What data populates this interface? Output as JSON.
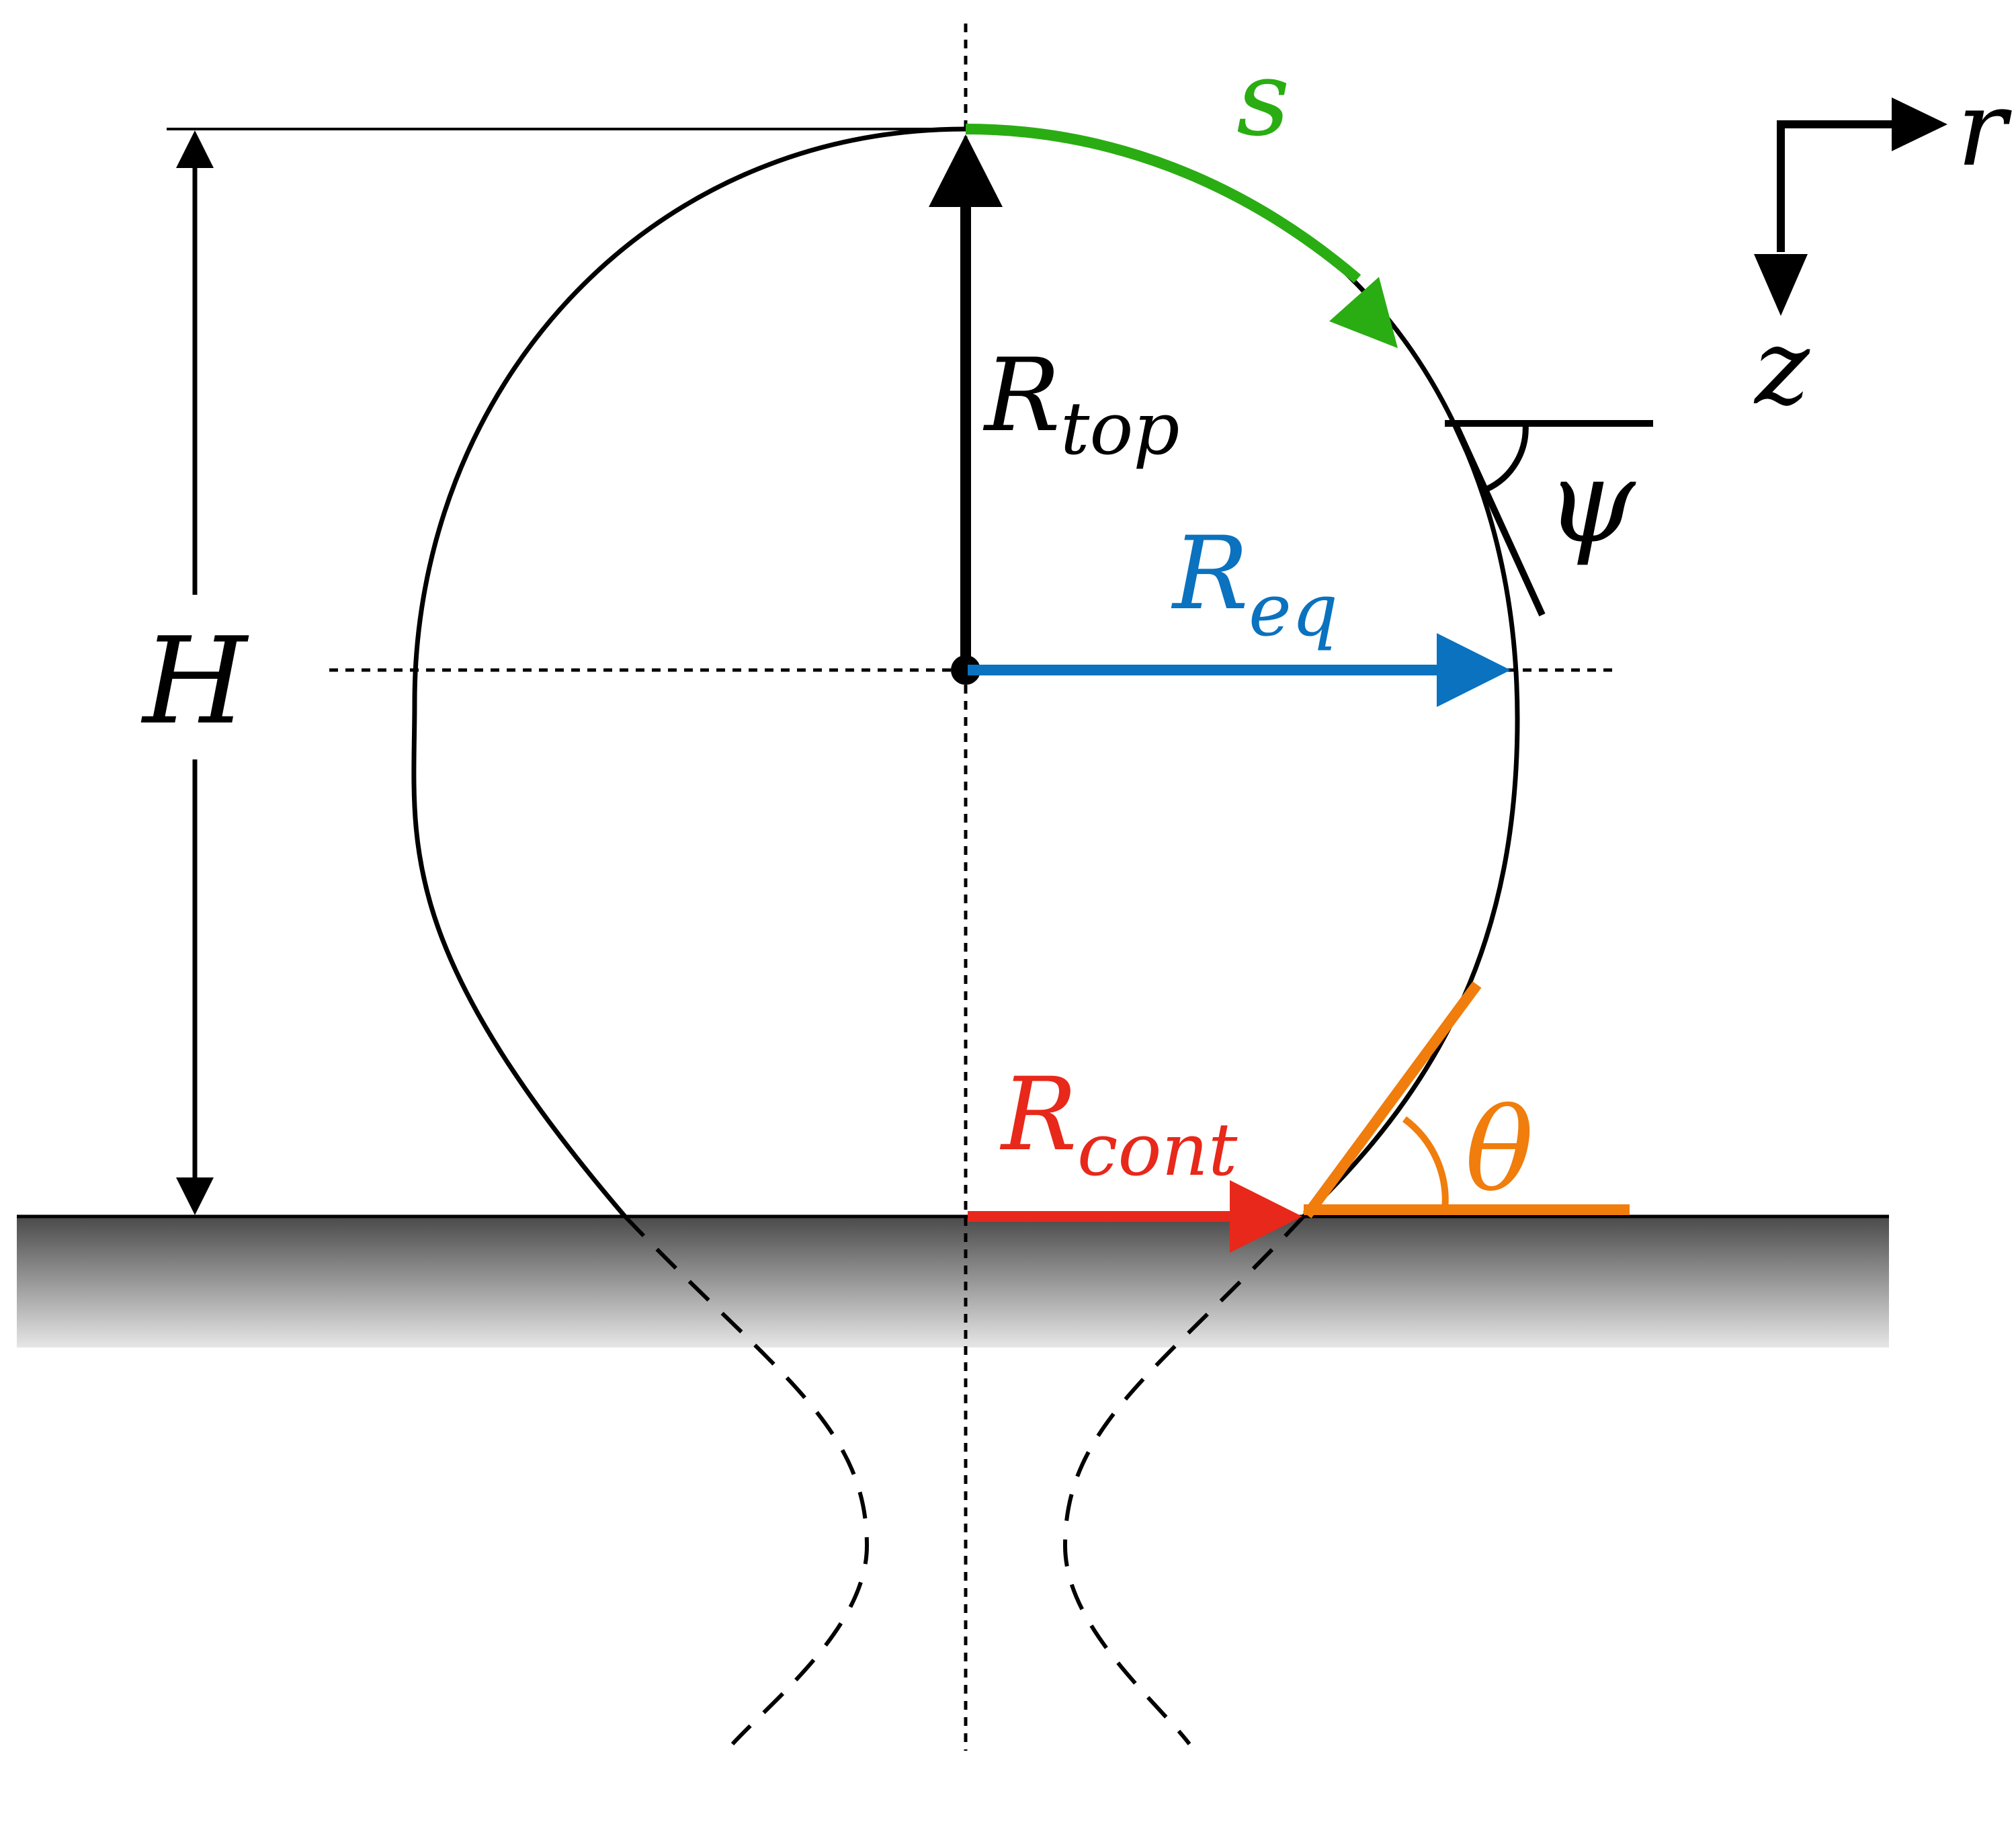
{
  "labels": {
    "s": "s",
    "r": "r",
    "z": "z",
    "R_top_main": "R",
    "R_top_sub": "top",
    "psi": "ψ",
    "R_eq_main": "R",
    "R_eq_sub": "eq",
    "H": "H",
    "R_cont_main": "R",
    "R_cont_sub": "cont",
    "theta": "θ"
  },
  "colors": {
    "outline": "#000000",
    "arc_length": "#2aad12",
    "equatorial_radius": "#0a72bf",
    "contact_radius": "#e8281a",
    "contact_angle": "#f07d0c",
    "substrate_top": "#4a4a4a",
    "substrate_bottom": "#e6e6e6"
  }
}
